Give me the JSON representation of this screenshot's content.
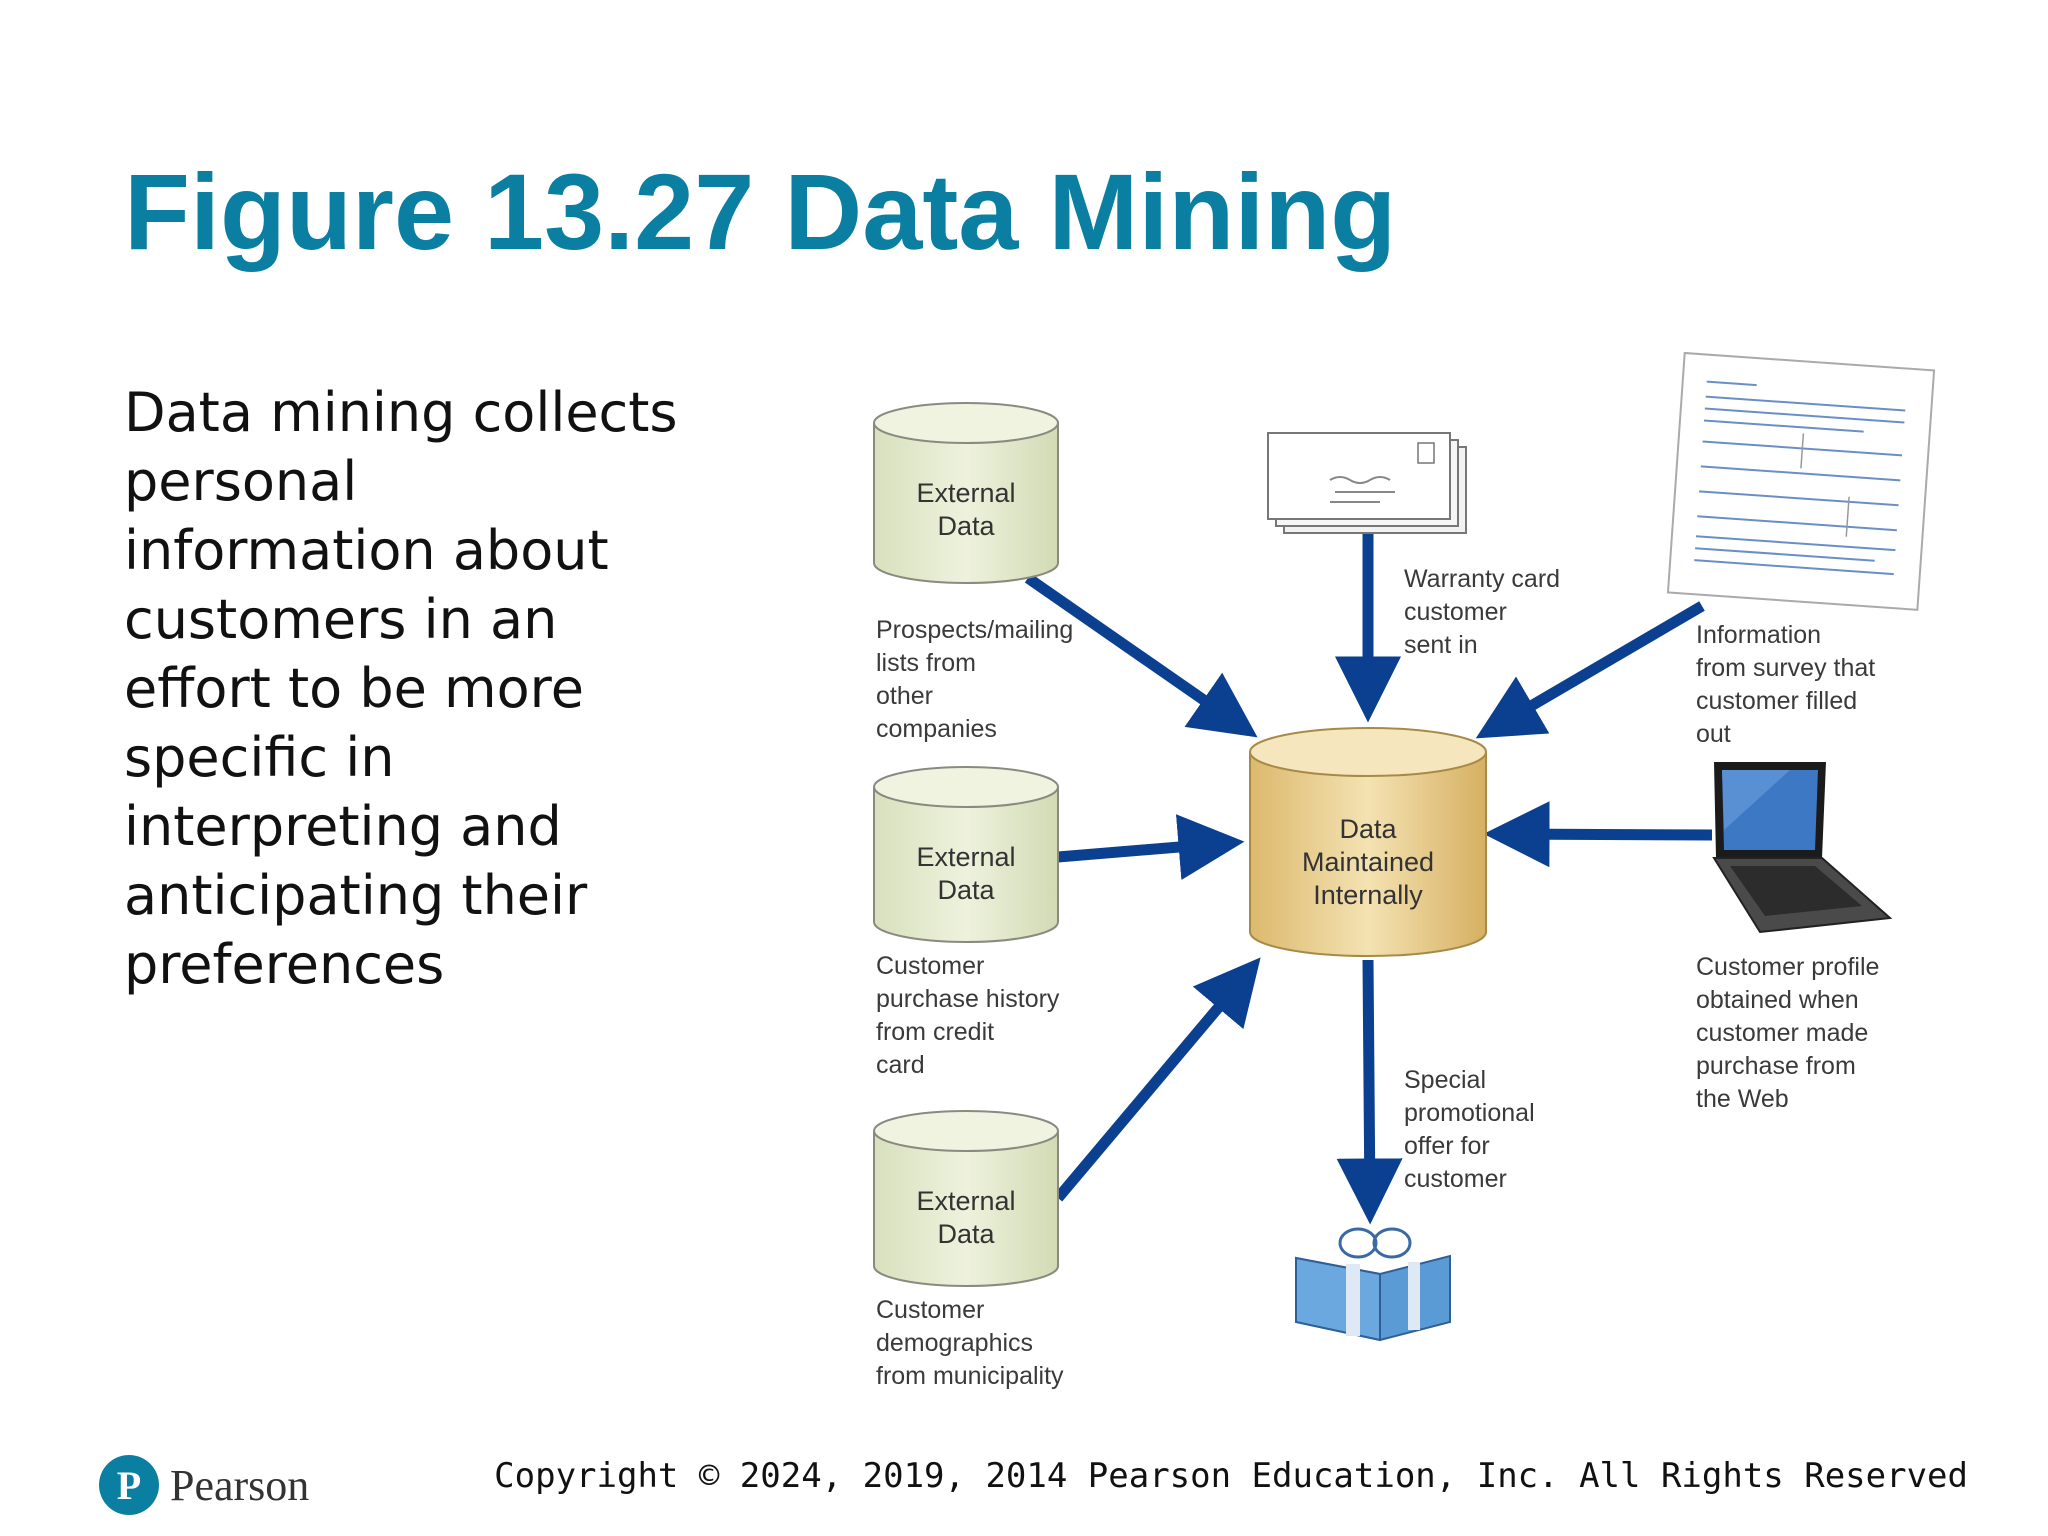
{
  "title": "Figure 13.27 Data Mining",
  "body": "Data mining collects personal information about customers in an effort to be more specific in interpreting and anticipating their preferences",
  "diagram": {
    "central_store": [
      "Data",
      "Maintained",
      "Internally"
    ],
    "external_store_label": [
      "External",
      "Data"
    ],
    "sources": [
      {
        "name": "mailing-lists",
        "lines": [
          "Prospects/mailing",
          "lists from",
          "other",
          "companies"
        ]
      },
      {
        "name": "purchase-history",
        "lines": [
          "Customer",
          "purchase history",
          "from credit",
          "card"
        ]
      },
      {
        "name": "demographics",
        "lines": [
          "Customer",
          "demographics",
          "from municipality"
        ]
      },
      {
        "name": "warranty-card",
        "lines": [
          "Warranty card",
          "customer",
          "sent in"
        ]
      },
      {
        "name": "survey",
        "lines": [
          "Information",
          "from survey that",
          "customer filled",
          "out"
        ]
      },
      {
        "name": "web-profile",
        "lines": [
          "Customer profile",
          "obtained when",
          "customer made",
          "purchase from",
          "the Web"
        ]
      }
    ],
    "output": {
      "name": "promotional-offer",
      "lines": [
        "Special",
        "promotional",
        "offer for",
        "customer"
      ]
    }
  },
  "colors": {
    "title": "#0b7fa1",
    "arrow": "#0b3f8f",
    "external_cylinder": "#e6ecd2",
    "central_cylinder": "#e8cc8c",
    "gift": "#5b9bd5"
  },
  "footer": {
    "brand": "Pearson",
    "logo_letter": "P",
    "copyright": "Copyright © 2024, 2019, 2014 Pearson Education, Inc. All Rights Reserved"
  }
}
